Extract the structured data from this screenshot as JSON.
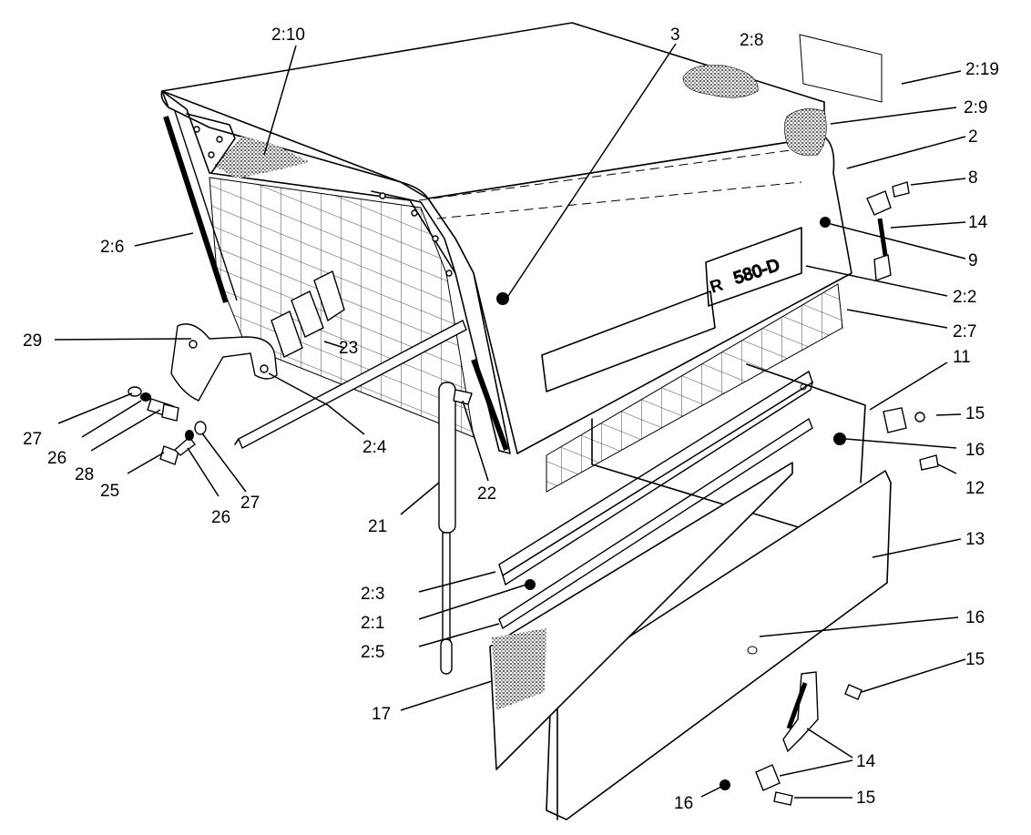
{
  "diagram": {
    "emblem_text": "580-D",
    "emblem_prefix": "R",
    "labels": [
      {
        "id": "2_10",
        "text": "2:10"
      },
      {
        "id": "3",
        "text": "3"
      },
      {
        "id": "2_8",
        "text": "2:8"
      },
      {
        "id": "2_19",
        "text": "2:19"
      },
      {
        "id": "2_9",
        "text": "2:9"
      },
      {
        "id": "2",
        "text": "2"
      },
      {
        "id": "8",
        "text": "8"
      },
      {
        "id": "14a",
        "text": "14"
      },
      {
        "id": "9",
        "text": "9"
      },
      {
        "id": "2_6",
        "text": "2:6"
      },
      {
        "id": "2_2",
        "text": "2:2"
      },
      {
        "id": "2_7",
        "text": "2:7"
      },
      {
        "id": "11",
        "text": "11"
      },
      {
        "id": "29",
        "text": "29"
      },
      {
        "id": "23",
        "text": "23"
      },
      {
        "id": "15a",
        "text": "15"
      },
      {
        "id": "16a",
        "text": "16"
      },
      {
        "id": "27a",
        "text": "27"
      },
      {
        "id": "26a",
        "text": "26"
      },
      {
        "id": "28",
        "text": "28"
      },
      {
        "id": "2_4",
        "text": "2:4"
      },
      {
        "id": "12",
        "text": "12"
      },
      {
        "id": "25",
        "text": "25"
      },
      {
        "id": "26b",
        "text": "26"
      },
      {
        "id": "27b",
        "text": "27"
      },
      {
        "id": "22",
        "text": "22"
      },
      {
        "id": "21",
        "text": "21"
      },
      {
        "id": "13",
        "text": "13"
      },
      {
        "id": "2_3",
        "text": "2:3"
      },
      {
        "id": "2_1",
        "text": "2:1"
      },
      {
        "id": "2_5",
        "text": "2:5"
      },
      {
        "id": "16b",
        "text": "16"
      },
      {
        "id": "15b",
        "text": "15"
      },
      {
        "id": "17",
        "text": "17"
      },
      {
        "id": "14b",
        "text": "14"
      },
      {
        "id": "16c",
        "text": "16"
      },
      {
        "id": "15c",
        "text": "15"
      }
    ]
  }
}
